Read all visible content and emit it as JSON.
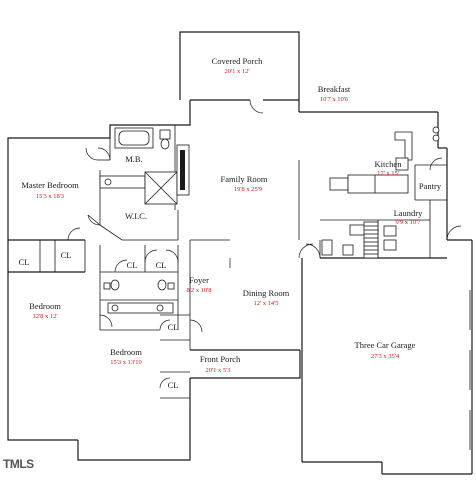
{
  "plan": {
    "rooms": {
      "covered_porch": {
        "name": "Covered Porch",
        "dims": "20'1 x 12'"
      },
      "breakfast": {
        "name": "Breakfast",
        "dims": "10'7 x 10'6"
      },
      "mb": {
        "name": "M.B."
      },
      "family_room": {
        "name": "Family Room",
        "dims": "19'8 x 25'9"
      },
      "kitchen": {
        "name": "Kitchen",
        "dims": "17' x 15'"
      },
      "pantry": {
        "name": "Pantry"
      },
      "master_bedroom": {
        "name": "Master Bedroom",
        "dims": "15'3 x 18'3"
      },
      "wic": {
        "name": "W.I.C."
      },
      "laundry": {
        "name": "Laundry",
        "dims": "9'9 x 10'7"
      },
      "foyer": {
        "name": "Foyer",
        "dims": "8'2 x 10'8"
      },
      "dining_room": {
        "name": "Dining Room",
        "dims": "12' x 14'5"
      },
      "three_car_garage": {
        "name": "Three Car Garage",
        "dims": "27'3 x 35'4"
      },
      "bedroom_2": {
        "name": "Bedroom",
        "dims": "12'8 x 12'"
      },
      "bedroom_3": {
        "name": "Bedroom",
        "dims": "15'3 x 13'10"
      },
      "front_porch": {
        "name": "Front Porch",
        "dims": "20'1 x 5'3"
      }
    },
    "closet_label": "CL",
    "logo": "TMLS"
  }
}
